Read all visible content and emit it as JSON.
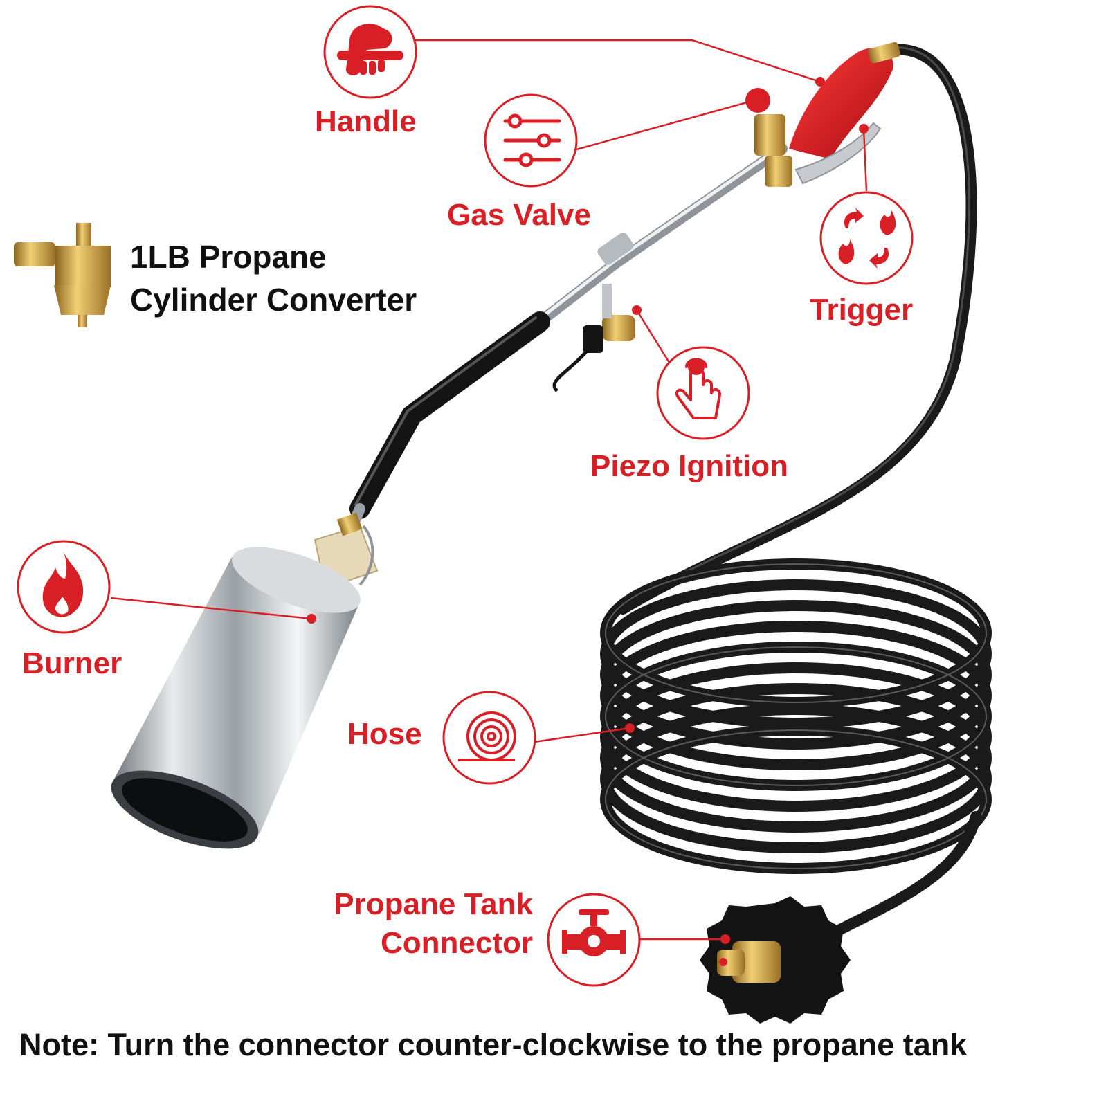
{
  "labels": {
    "handle": "Handle",
    "gas_valve": "Gas Valve",
    "trigger": "Trigger",
    "piezo_ignition": "Piezo Ignition",
    "burner": "Burner",
    "hose": "Hose",
    "propane_tank_connector_line1": "Propane Tank",
    "propane_tank_connector_line2": "Connector"
  },
  "converter": {
    "line1": "1LB Propane",
    "line2": "Cylinder Converter"
  },
  "note": "Note: Turn the connector counter-clockwise to the propane tank",
  "colors": {
    "accent": "#d91f26",
    "text": "#111111",
    "hose": "#1a1a1a",
    "brass": "#d4a63a",
    "steel": "#c9ccd0"
  },
  "icons": [
    "fist-icon",
    "sliders-icon",
    "flame-cycle-icon",
    "tap-finger-icon",
    "flame-icon",
    "hose-coil-icon",
    "valve-icon"
  ]
}
